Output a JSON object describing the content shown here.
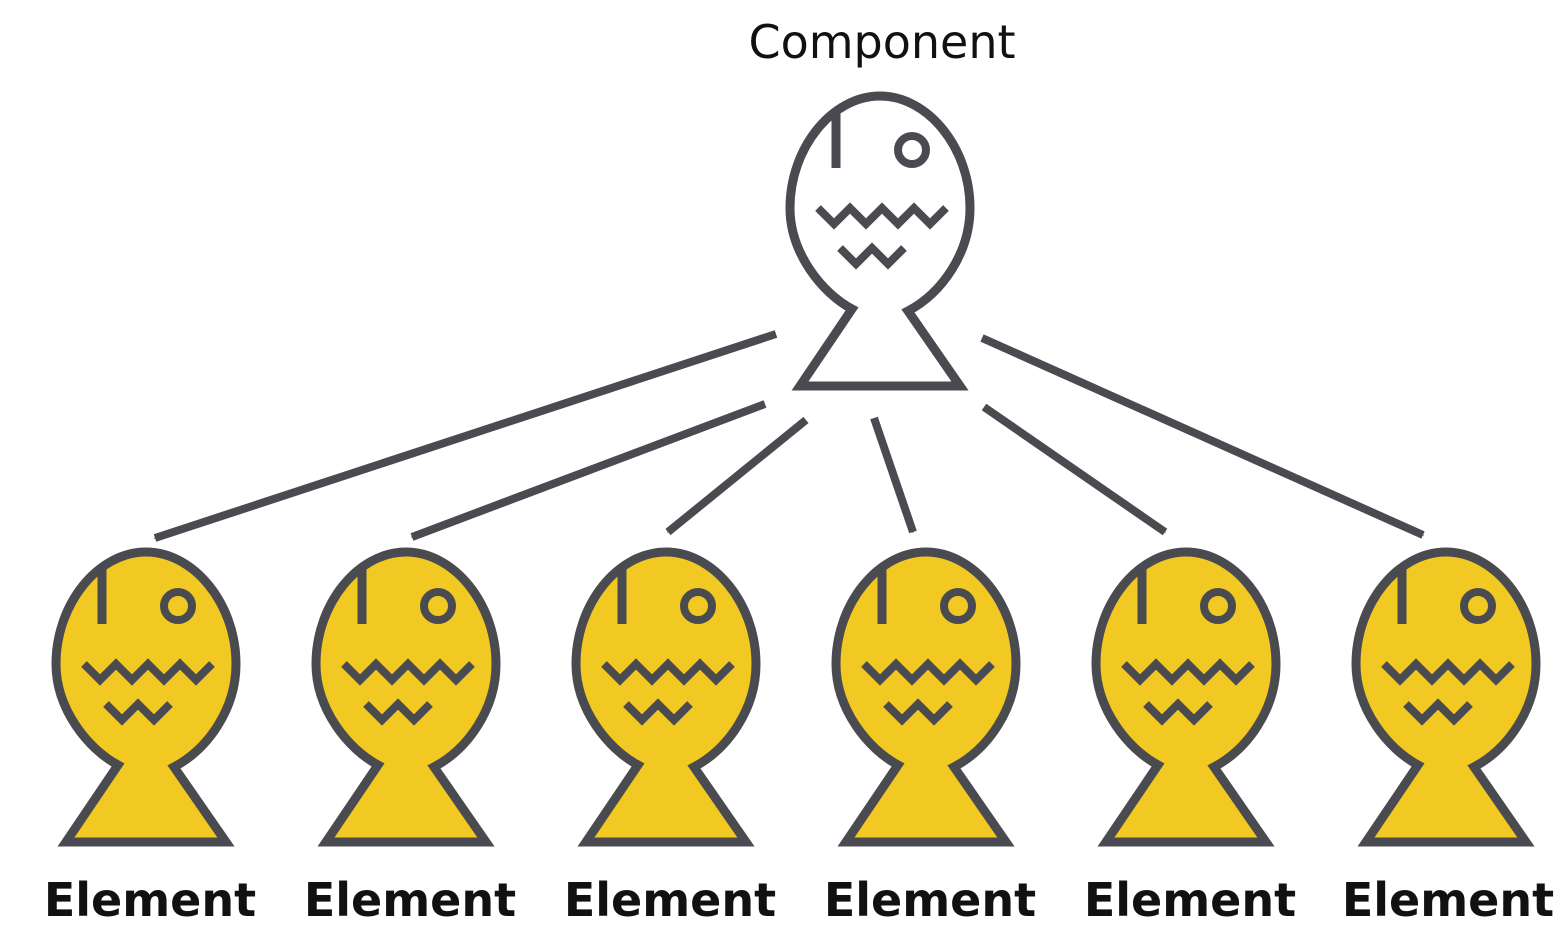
{
  "component": {
    "label": "Component",
    "fill": "#ffffff"
  },
  "elements": [
    {
      "label": "Element"
    },
    {
      "label": "Element"
    },
    {
      "label": "Element"
    },
    {
      "label": "Element"
    },
    {
      "label": "Element"
    },
    {
      "label": "Element"
    }
  ],
  "colors": {
    "stroke": "#4a4b50",
    "element_fill": "#f2c823",
    "text": "#111111",
    "background": "#ffffff"
  },
  "icons": {
    "figure": "fish-head-figure-icon",
    "arrow": "arrow-icon"
  }
}
